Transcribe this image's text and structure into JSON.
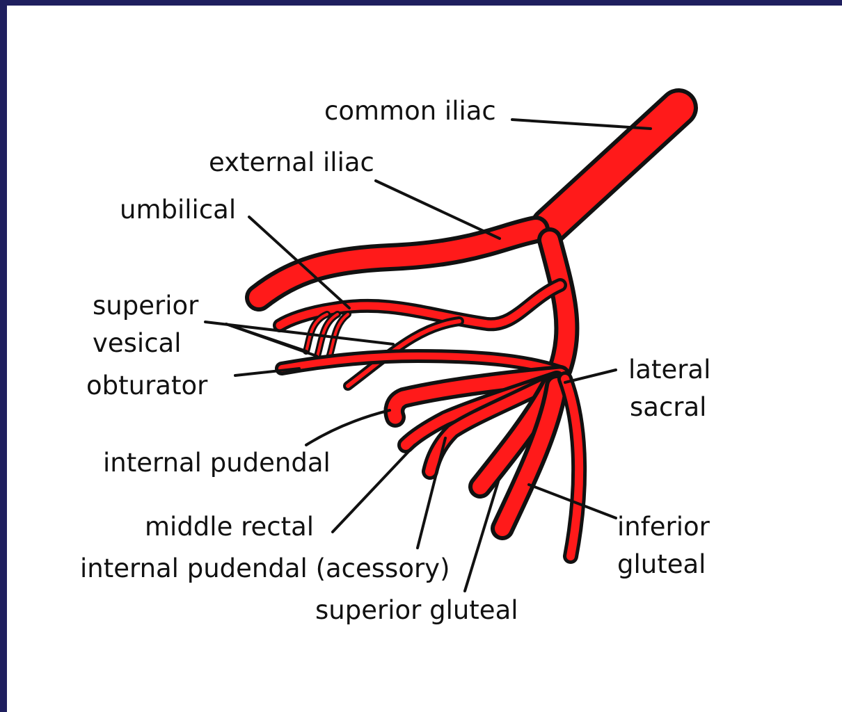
{
  "colors": {
    "artery": "#ff1a1a",
    "outline": "#111111",
    "border": "#1f1f5f",
    "background": "#ffffff"
  },
  "labels": {
    "common_iliac": "common iliac",
    "external_iliac": "external iliac",
    "umbilical": "umbilical",
    "superior": "superior",
    "vesical": "vesical",
    "obturator": "obturator",
    "lateral": "lateral",
    "sacral": "sacral",
    "internal_pudendal": "internal pudendal",
    "middle_rectal": "middle rectal",
    "internal_pudendal_accessory": "internal pudendal (acessory)",
    "superior_gluteal": "superior gluteal",
    "inferior": "inferior",
    "gluteal": "gluteal"
  }
}
